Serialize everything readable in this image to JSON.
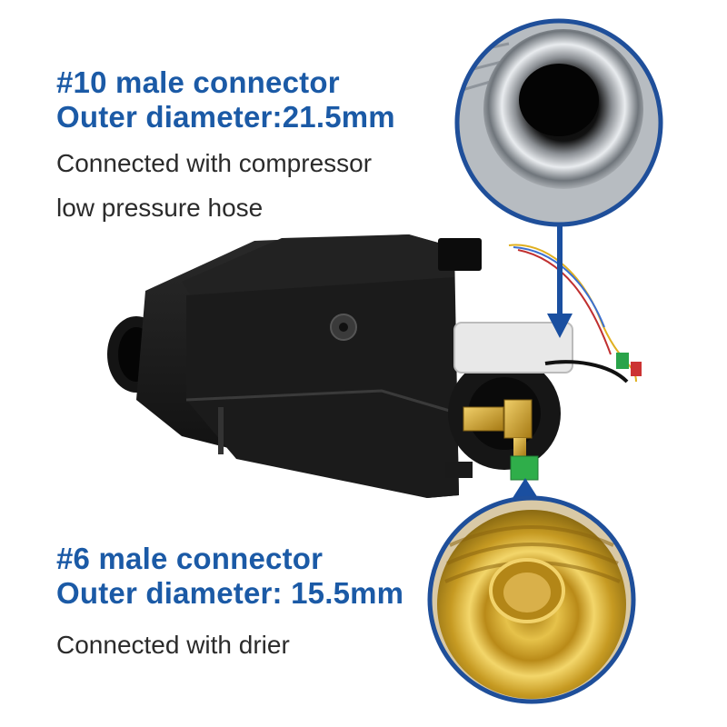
{
  "top_callout": {
    "line1": "#10 male connector",
    "line2": "Outer diameter:21.5mm",
    "desc1": "Connected with compressor",
    "desc2": "low pressure hose"
  },
  "bottom_callout": {
    "line1": "#6 male connector",
    "line2": "Outer diameter: 15.5mm",
    "desc1": "Connected with drier"
  },
  "colors": {
    "heading": "#1b5aa6",
    "body_text": "#2b2b2b",
    "circle_border": "#1f4f9a",
    "arrow": "#1a4fa0"
  }
}
